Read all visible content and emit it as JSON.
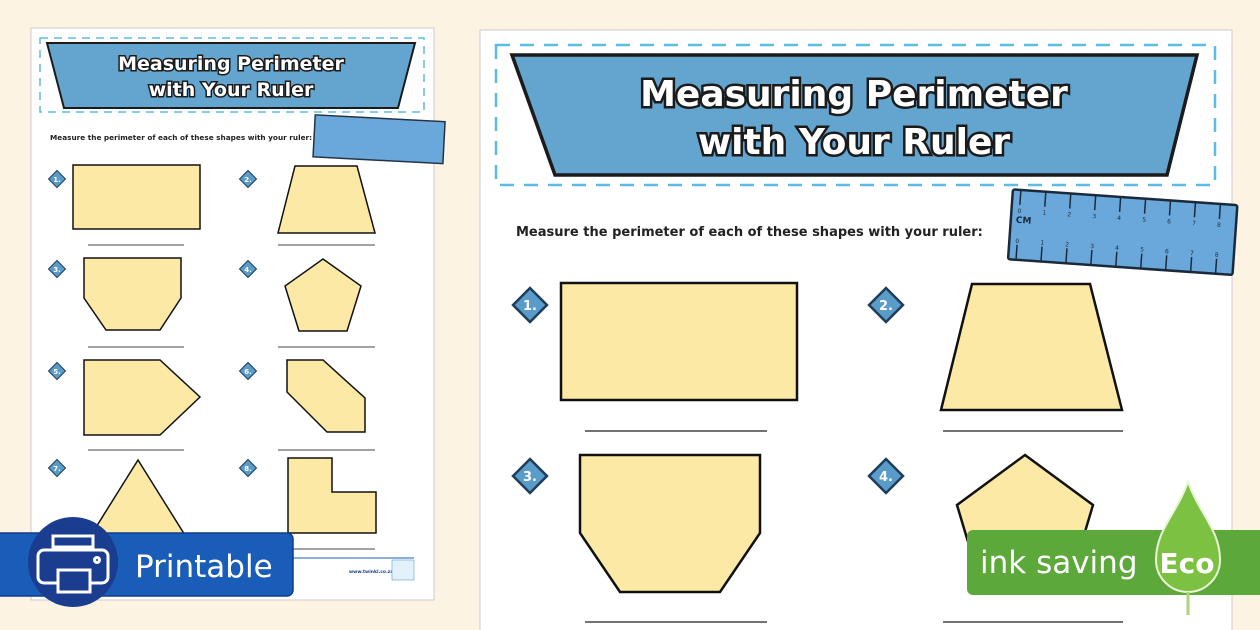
{
  "worksheet": {
    "title_line1": "Measuring Perimeter",
    "title_line2": "with Your Ruler",
    "instruction": "Measure the perimeter of each of these shapes with your ruler:",
    "ruler_unit": "CM",
    "question_numbers": [
      "1.",
      "2.",
      "3.",
      "4.",
      "5.",
      "6.",
      "7.",
      "8."
    ],
    "footer_url": "www.twinkl.co.za"
  },
  "badges": {
    "printable": {
      "label": "Printable",
      "icon": "printer-icon",
      "color": "#1a5db8"
    },
    "eco": {
      "label": "ink saving",
      "tag": "Eco",
      "icon": "leaf-drop-icon",
      "color": "#5da83a"
    }
  },
  "colors": {
    "background": "#fcf3e3",
    "banner": "#64a5d0",
    "shape_fill": "#fde9a6",
    "dash": "#5bbde6"
  }
}
